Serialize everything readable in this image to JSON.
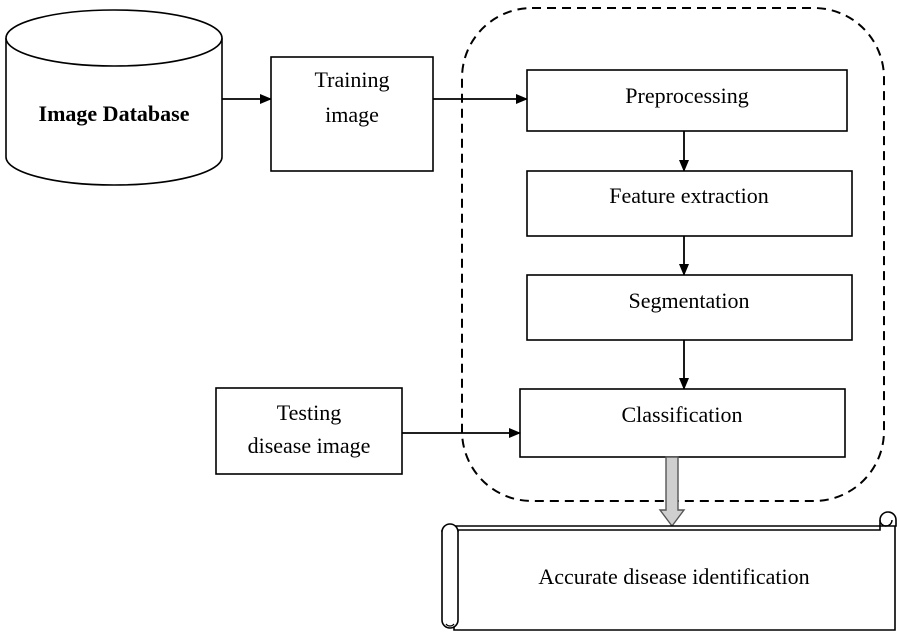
{
  "nodes": {
    "database": "Image Database",
    "training_line1": "Training",
    "training_line2": "image",
    "preprocessing": "Preprocessing",
    "feature_extraction": "Feature extraction",
    "segmentation": "Segmentation",
    "classification": "Classification",
    "testing_line1": "Testing",
    "testing_line2": "disease image",
    "result": "Accurate disease identification"
  },
  "colors": {
    "stroke": "#000000",
    "background": "#ffffff",
    "hollow_arrow_fill": "#cfcfcf"
  }
}
